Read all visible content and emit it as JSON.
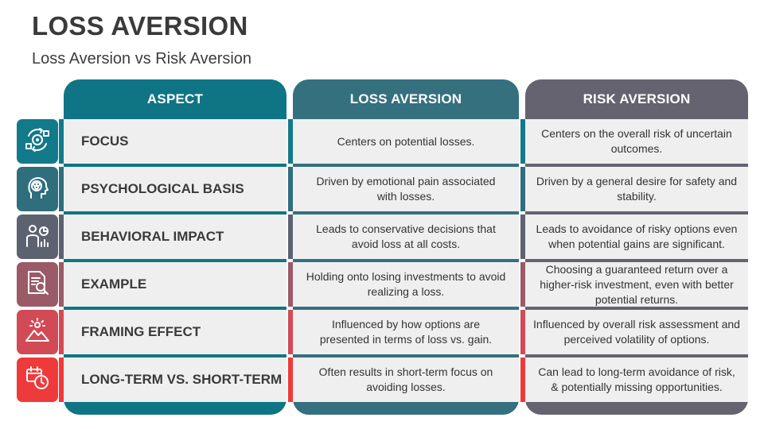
{
  "title": "LOSS AVERSION",
  "subtitle": "Loss Aversion vs Risk Aversion",
  "headers": {
    "aspect": "ASPECT",
    "loss": "LOSS AVERSION",
    "risk": "RISK AVERSION"
  },
  "colors": {
    "aspect_col": "#0f7585",
    "loss_col": "#35707f",
    "risk_col": "#64636f"
  },
  "rows": [
    {
      "aspect": "FOCUS",
      "loss": "Centers on potential losses.",
      "risk": "Centers on the overall risk of uncertain outcomes.",
      "icon": "target-arrows-icon",
      "color": "#127a8a"
    },
    {
      "aspect": "PSYCHOLOGICAL BASIS",
      "loss": "Driven by emotional pain associated with losses.",
      "risk": "Driven by a general desire for safety and stability.",
      "icon": "head-brain-icon",
      "color": "#2f6e7d"
    },
    {
      "aspect": "BEHAVIORAL IMPACT",
      "loss": "Leads to conservative decisions that avoid loss at all costs.",
      "risk": "Leads to avoidance of risky options even when potential gains are significant.",
      "icon": "person-chart-icon",
      "color": "#5c6270"
    },
    {
      "aspect": "EXAMPLE",
      "loss": "Holding onto losing investments to avoid realizing a loss.",
      "risk": "Choosing a guaranteed return over a higher-risk investment, even with better potential returns.",
      "icon": "document-search-icon",
      "color": "#9a5a66"
    },
    {
      "aspect": "FRAMING EFFECT",
      "loss": "Influenced by how options are presented in terms of loss vs. gain.",
      "risk": "Influenced by overall risk assessment and perceived volatility of options.",
      "icon": "mountain-burst-icon",
      "color": "#d24a55"
    },
    {
      "aspect": "LONG-TERM VS. SHORT-TERM",
      "loss": "Often results in short-term focus on avoiding losses.",
      "risk": "Can lead to long-term avoidance of risk, & potentially missing opportunities.",
      "icon": "calendar-stopwatch-icon",
      "color": "#ee3a3a"
    }
  ]
}
